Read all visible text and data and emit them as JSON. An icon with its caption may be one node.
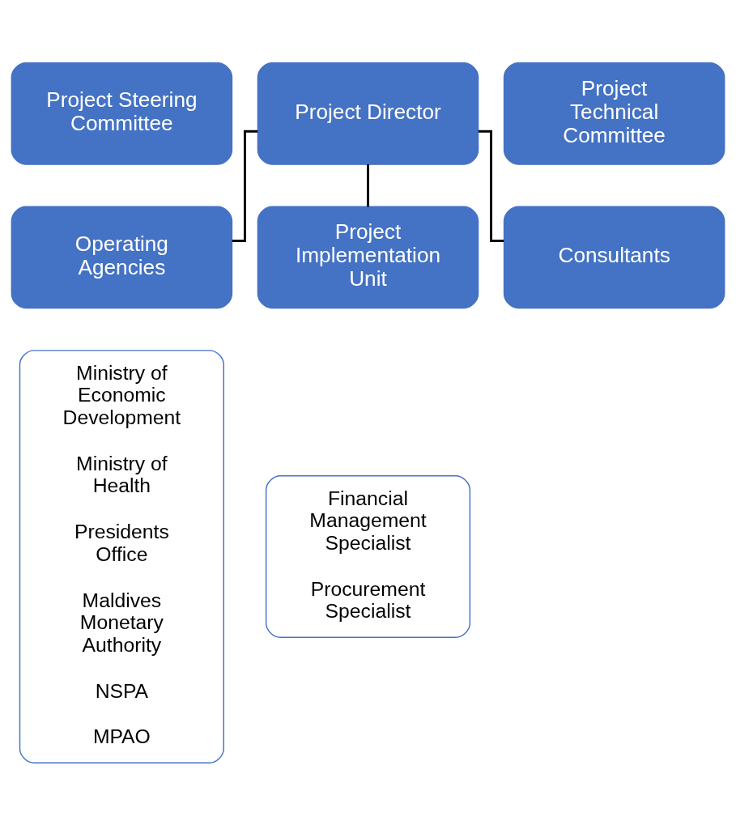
{
  "diagram": {
    "nodes": [
      {
        "text": [
          "Project Steering Committee"
        ]
      },
      {
        "text": [
          "Project Director"
        ]
      },
      {
        "text": [
          "Project Technical Committee"
        ]
      },
      {
        "text": [
          "Operating Agencies"
        ]
      },
      {
        "text": [
          "Project Implementation Unit"
        ]
      },
      {
        "text": [
          "Consultants"
        ]
      },
      {
        "text": [
          "Ministry of Economic Development",
          "Ministry of Health",
          "Presidents Office",
          "Maldives Monetary Authority",
          "NSPA",
          "MPAO"
        ]
      },
      {
        "text": [
          "Financial Management Specialist",
          "Procurement Specialist"
        ]
      }
    ],
    "edges": [
      {
        "from": 1,
        "to": 3,
        "arrow": "none"
      },
      {
        "from": 1,
        "to": 4,
        "arrow": "none"
      },
      {
        "from": 1,
        "to": 5,
        "arrow": "none"
      }
    ]
  }
}
